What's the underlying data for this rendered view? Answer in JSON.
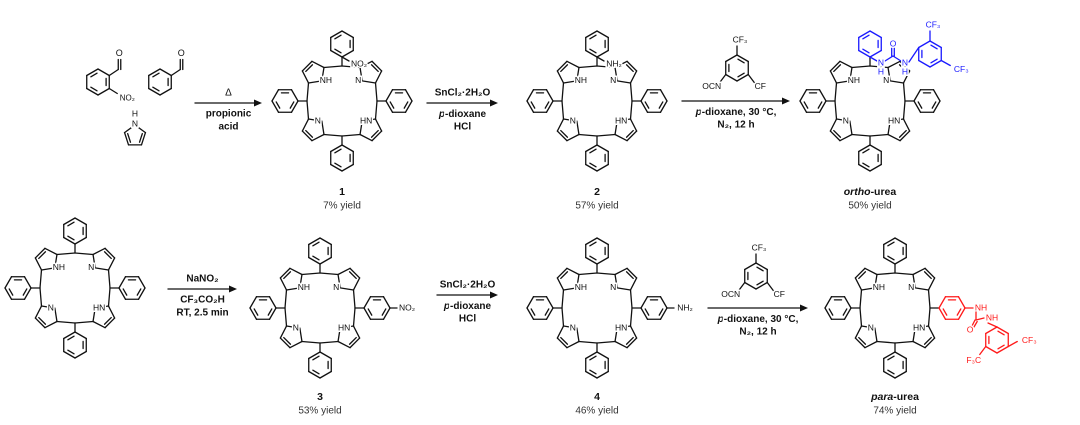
{
  "colors": {
    "ink": "#111111",
    "ortho": "#1a1aff",
    "para": "#ff1a1a",
    "yield_text": "#333333"
  },
  "core_labels": [
    "NH",
    "N",
    "N",
    "HN"
  ],
  "starting_materials": {
    "nitro": "NO₂",
    "aldehyde_o": "O",
    "pyrrole_nh": "H",
    "pyrrole_n": "N"
  },
  "atoms": {
    "no2": "NO₂",
    "nh2": "NH₂",
    "nh": "NH",
    "n": "N",
    "h": "H",
    "o": "O",
    "cf3": "CF₃",
    "f3c": "F₃C",
    "ocn": "OCN",
    "cf": "CF"
  },
  "reactions": [
    {
      "above": [
        "Δ"
      ],
      "below": [
        "propionic",
        "acid"
      ]
    },
    {
      "above": [
        "SnCl₂·2H₂O"
      ],
      "below": [
        "p-dioxane",
        "HCl"
      ]
    },
    {
      "above": [],
      "below": [
        "p-dioxane, 30 °C,",
        "N₂, 12 h"
      ]
    },
    {
      "above": [
        "NaNO₂"
      ],
      "below": [
        "CF₃CO₂H",
        "RT, 2.5 min"
      ]
    },
    {
      "above": [
        "SnCl₂·2H₂O"
      ],
      "below": [
        "p-dioxane",
        "HCl"
      ]
    },
    {
      "above": [],
      "below": [
        "p-dioxane, 30 °C,",
        "N₂, 12 h"
      ]
    }
  ],
  "compounds": [
    {
      "id": "1",
      "label": "1",
      "yield": "7% yield"
    },
    {
      "id": "2",
      "label": "2",
      "yield": "57% yield"
    },
    {
      "id": "ortho",
      "label": "ortho-urea",
      "yield": "50% yield"
    },
    {
      "id": "3",
      "label": "3",
      "yield": "53% yield"
    },
    {
      "id": "4",
      "label": "4",
      "yield": "46% yield"
    },
    {
      "id": "para",
      "label": "para-urea",
      "yield": "74% yield"
    }
  ]
}
